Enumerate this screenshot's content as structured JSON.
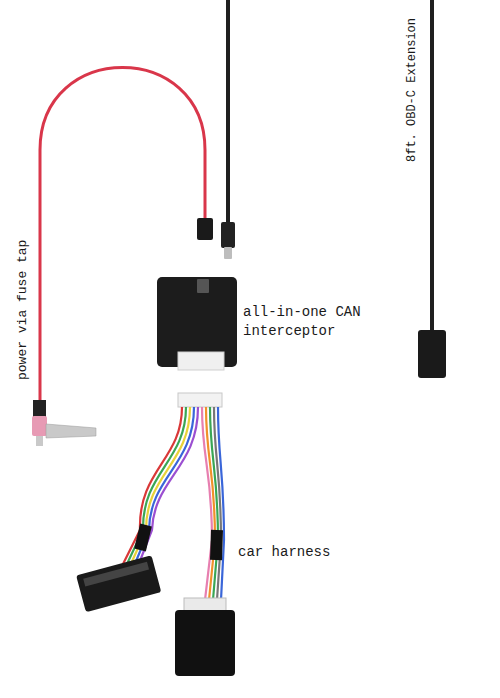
{
  "diagram": {
    "labels": [
      "power via fuse tap",
      "all-in-one CAN interceptor",
      "8ft. OBD-C Extension",
      "car harness"
    ]
  }
}
